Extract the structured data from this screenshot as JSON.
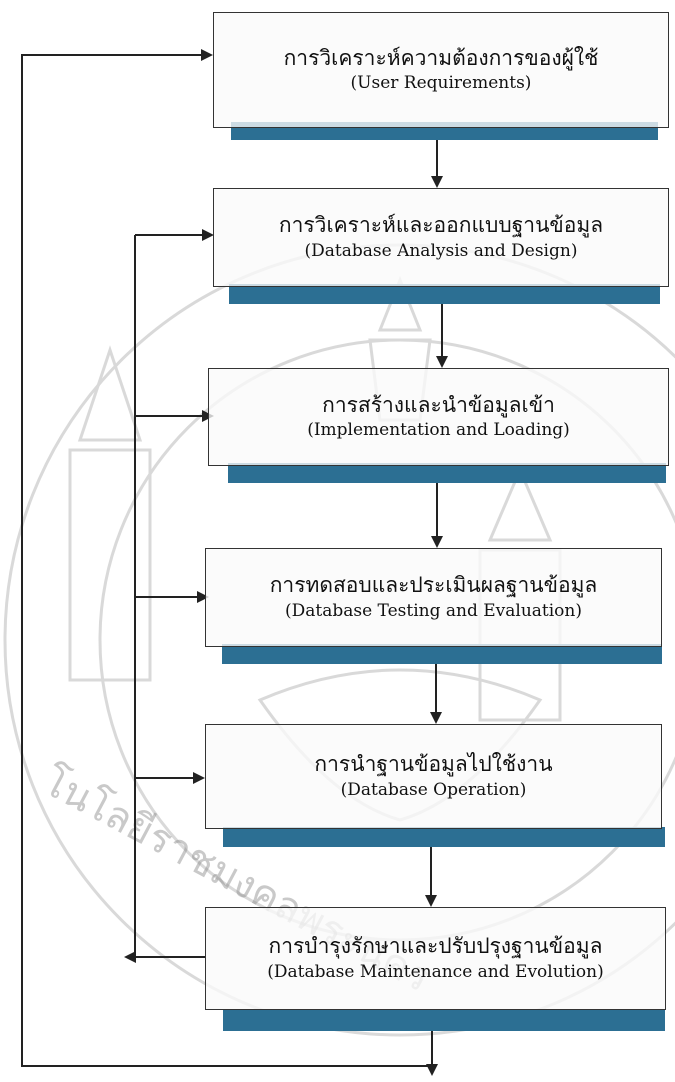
{
  "steps": [
    {
      "th": "การวิเคราะห์ความต้องการของผู้ใช้",
      "en": "(User Requirements)"
    },
    {
      "th": "การวิเคราะห์และออกแบบฐานข้อมูล",
      "en": "(Database Analysis and Design)"
    },
    {
      "th": "การสร้างและนำข้อมูลเข้า",
      "en": "(Implementation and Loading)"
    },
    {
      "th": "การทดสอบและประเมินผลฐานข้อมูล",
      "en": "(Database Testing and Evaluation)"
    },
    {
      "th": "การนำฐานข้อมูลไปใช้งาน",
      "en": "(Database Operation)"
    },
    {
      "th": "การบำรุงรักษาและปรับปรุงฐานข้อมูล",
      "en": "(Database Maintenance and Evolution)"
    }
  ],
  "watermark": {
    "text": "มหาวิทยาลัยเทคโนโลยีราชมงคลพระนคร",
    "icon": "university-seal-icon"
  },
  "colors": {
    "shadow": "#2c6f93",
    "line": "#222222",
    "box_border": "#333333"
  }
}
